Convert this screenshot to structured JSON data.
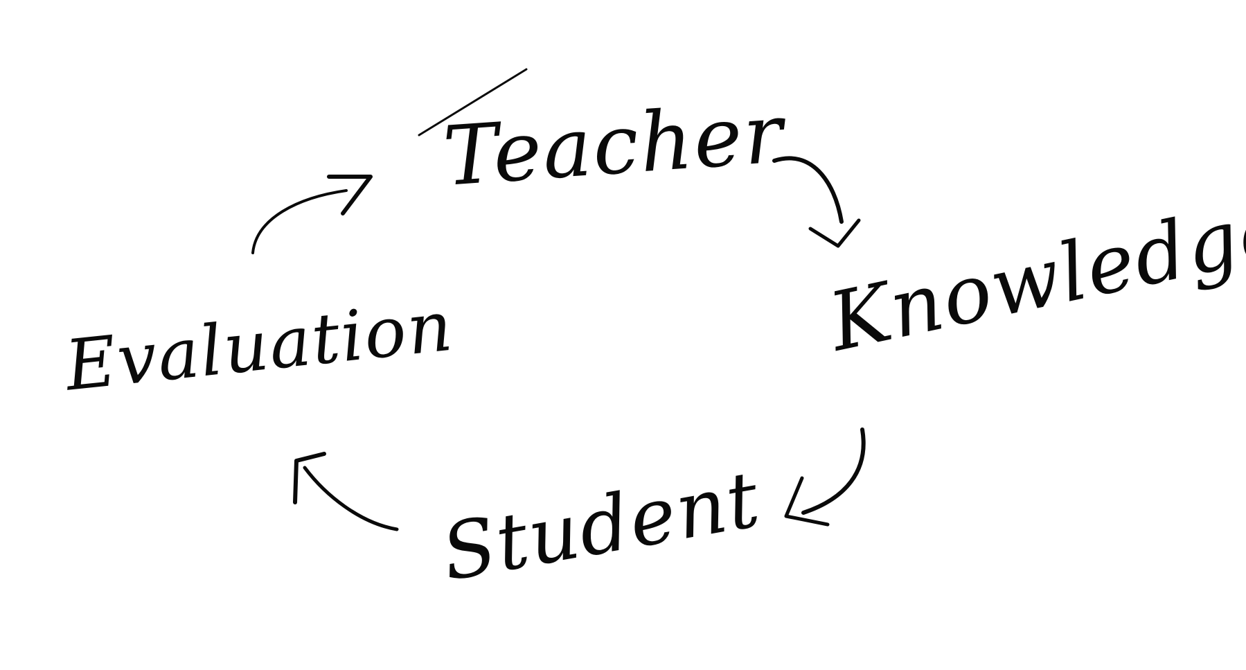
{
  "diagram": {
    "type": "cycle",
    "nodes": [
      {
        "id": "teacher",
        "label": "Teacher"
      },
      {
        "id": "knowledge",
        "label": "Knowledge"
      },
      {
        "id": "student",
        "label": "Student"
      },
      {
        "id": "evaluation",
        "label": "Evaluation"
      }
    ],
    "edges": [
      {
        "from": "teacher",
        "to": "knowledge"
      },
      {
        "from": "knowledge",
        "to": "student"
      },
      {
        "from": "student",
        "to": "evaluation"
      },
      {
        "from": "evaluation",
        "to": "teacher"
      }
    ],
    "ink_color": "#0a0a0a"
  }
}
